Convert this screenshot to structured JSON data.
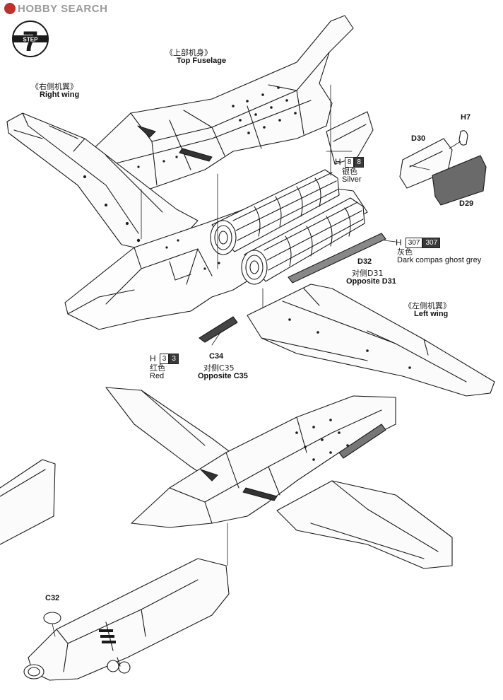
{
  "watermark": "HOBBY SEARCH",
  "step": {
    "label": "STEP",
    "number": "7"
  },
  "labels": {
    "top_fuselage": {
      "cn": "《上部机身》",
      "en": "Top Fuselage"
    },
    "right_wing": {
      "cn": "《右侧机翼》",
      "en": "Right wing"
    },
    "left_wing": {
      "cn": "《左侧机翼》",
      "en": "Left wing"
    }
  },
  "parts": {
    "h7": "H7",
    "d30": "D30",
    "d29": "D29",
    "d32": "D32",
    "d31_opposite_cn": "对侧D31",
    "d31_opposite_en": "Opposite D31",
    "c34": "C34",
    "c35_opposite_cn": "对侧C35",
    "c35_opposite_en": "Opposite C35",
    "c32": "C32"
  },
  "colors": [
    {
      "id": "silver",
      "prefix": "H",
      "code_a": "8",
      "code_b": "8",
      "cn": "银色",
      "en": "Silver"
    },
    {
      "id": "grey",
      "prefix": "H",
      "code_a": "307",
      "code_b": "307",
      "cn": "灰色",
      "en": "Dark compas ghost grey"
    },
    {
      "id": "red",
      "prefix": "H",
      "code_a": "3",
      "code_b": "3",
      "cn": "红色",
      "en": "Red"
    }
  ],
  "accent_colors": {
    "watermark_logo": "#c03028",
    "ink": "#1a1a1a",
    "paint_dark": "#3a3a3a"
  }
}
